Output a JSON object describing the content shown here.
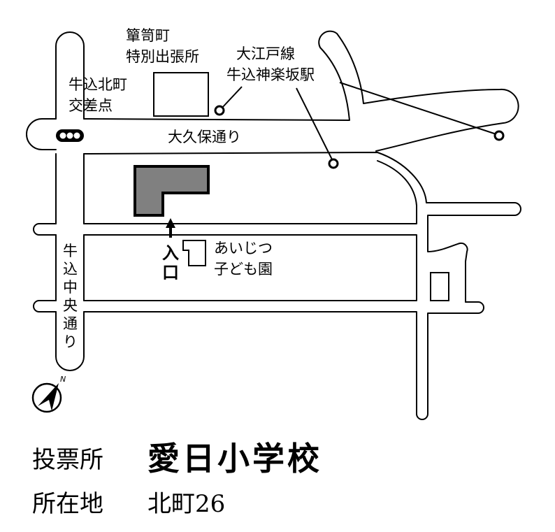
{
  "map": {
    "labels": {
      "tansu_office_line1": "簞笥町",
      "tansu_office_line2": "特別出張所",
      "oedo_line": "大江戸線",
      "station": "牛込神楽坂駅",
      "intersection_line1": "牛込北町",
      "intersection_line2": "交差点",
      "okubo_street": "大久保通り",
      "entrance_line1": "入",
      "entrance_line2": "口",
      "kindergarten_line1": "あいじつ",
      "kindergarten_line2": "子ども園",
      "chuo_street_chars": [
        "牛",
        "込",
        "中",
        "央",
        "通",
        "り"
      ],
      "north": "N"
    },
    "icons": {
      "traffic_signal": "traffic-signal-icon",
      "north_arrow": "north-arrow-icon",
      "station_marker": "station-marker-icon",
      "entrance_arrow": "up-arrow-icon"
    },
    "colors": {
      "school_fill": "#808080",
      "line": "#000000",
      "background": "#ffffff"
    }
  },
  "info": {
    "polling_label": "投票所",
    "polling_place": "愛日小学校",
    "address_label": "所在地",
    "address": "北町26"
  }
}
